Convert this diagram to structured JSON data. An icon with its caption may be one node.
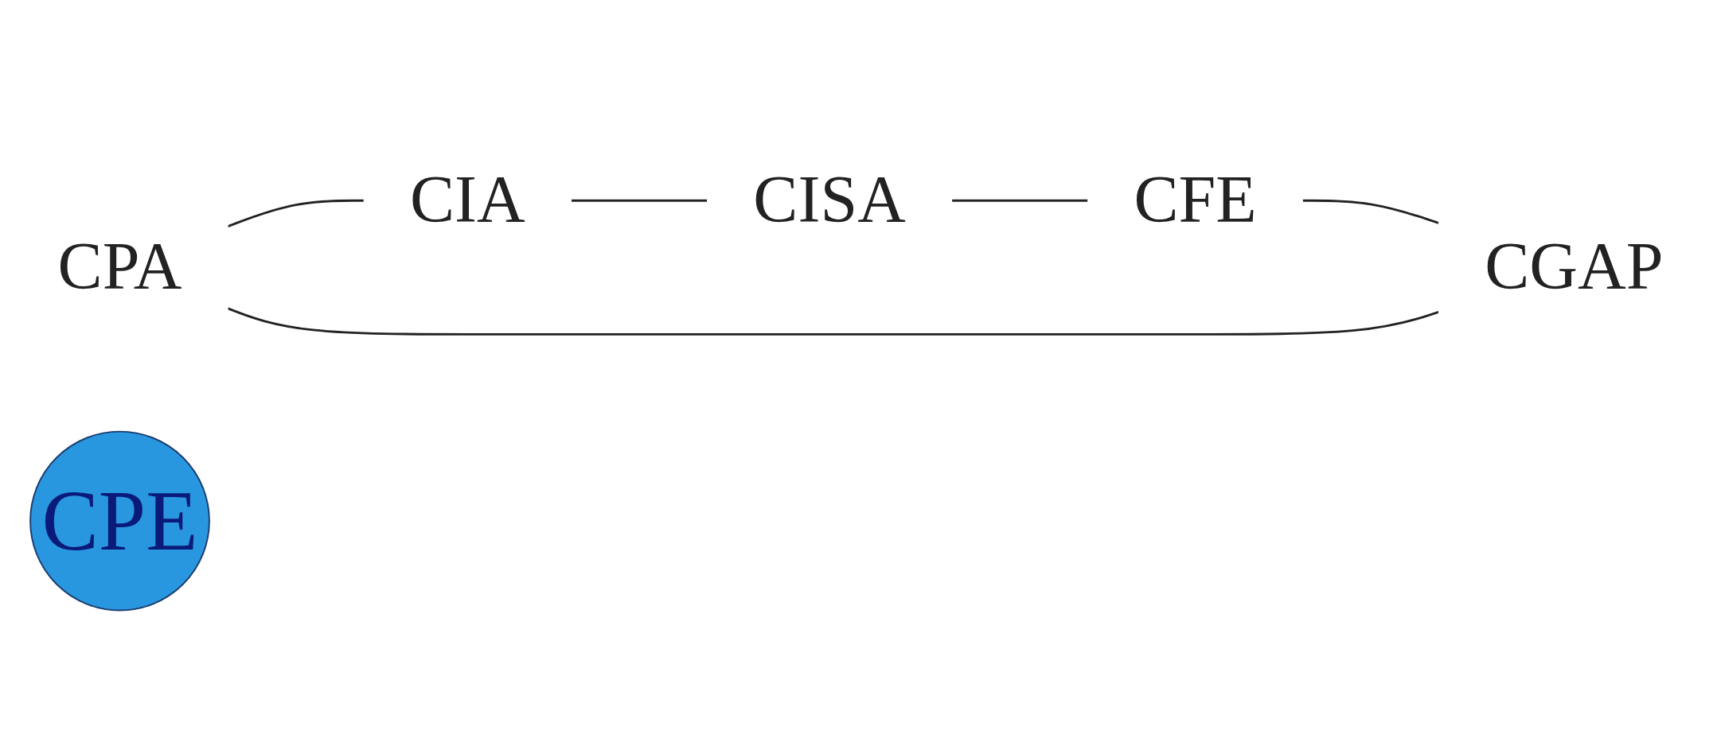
{
  "diagram": {
    "nodes": [
      {
        "text": [
          "CPA"
        ]
      },
      {
        "text": [
          "CIA"
        ]
      },
      {
        "text": [
          "CGAP"
        ]
      },
      {
        "text": [
          "CPE"
        ]
      },
      {
        "text": [
          "CISA"
        ]
      },
      {
        "text": [
          "CFE"
        ]
      }
    ],
    "edges": [
      {
        "from": 0,
        "to": 1,
        "arrow": "none"
      },
      {
        "from": 1,
        "to": 4,
        "arrow": "none"
      },
      {
        "from": 4,
        "to": 5,
        "arrow": "none"
      },
      {
        "from": 5,
        "to": 2,
        "arrow": "none"
      },
      {
        "from": 2,
        "to": 0,
        "arrow": "none"
      }
    ]
  }
}
